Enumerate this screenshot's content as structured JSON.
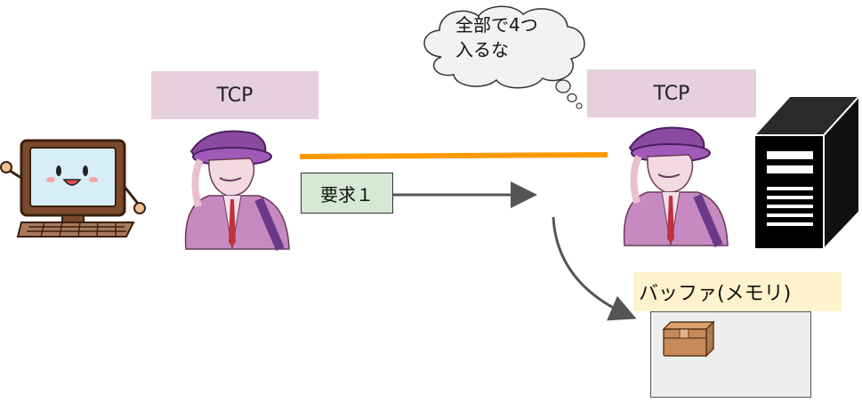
{
  "thought_bubble": {
    "line1": "全部で4つ",
    "line2": "入るな"
  },
  "client": {
    "tcp_label": "TCP"
  },
  "server": {
    "tcp_label": "TCP"
  },
  "request": {
    "label": "要求１"
  },
  "buffer": {
    "label": "バッファ(メモリ)"
  },
  "colors": {
    "tcp_label_bg": "#e6d0dc",
    "connection_line": "#ff9900",
    "request_bg": "#d5e8d4",
    "buffer_label_bg": "#fff2cc",
    "arrow": "#555555"
  },
  "icons": [
    "pc-character-icon",
    "tcp-character-icon",
    "server-tower-icon",
    "cardboard-box-icon"
  ]
}
